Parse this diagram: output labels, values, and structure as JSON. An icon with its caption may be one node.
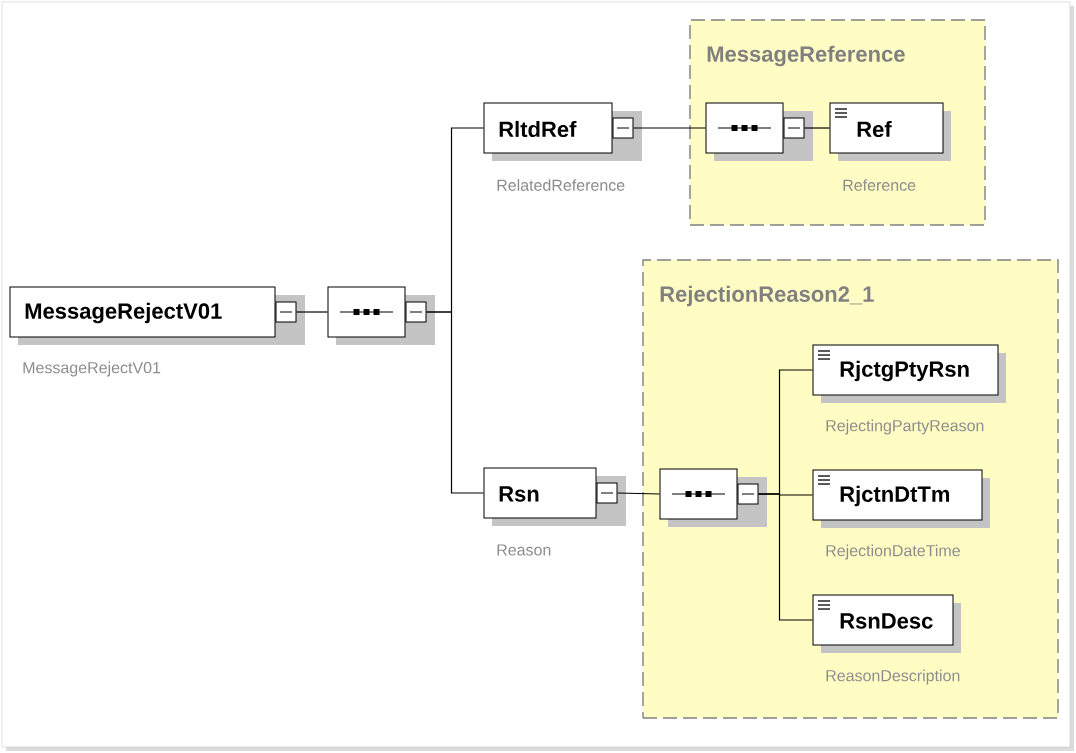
{
  "diagram": {
    "nodes": [
      {
        "text": [
          "MessageRejectV01"
        ],
        "beside": [
          "MessageRejectV01"
        ]
      },
      {
        "text": [],
        "shape": "octagon"
      },
      {
        "text": [
          "RltdRef"
        ],
        "beside": [
          "RelatedReference"
        ]
      },
      {
        "text": [
          "MessageReference"
        ]
      },
      {
        "text": [],
        "shape": "octagon",
        "in": 3
      },
      {
        "text": [
          "Ref"
        ],
        "beside": [
          "Reference"
        ],
        "in": 3
      },
      {
        "text": [
          "Rsn"
        ],
        "beside": [
          "Reason"
        ]
      },
      {
        "text": [
          "RejectionReason2_1"
        ]
      },
      {
        "text": [],
        "shape": "octagon",
        "in": 7
      },
      {
        "text": [
          "RjctgPtyRsn"
        ],
        "beside": [
          "RejectingPartyReason"
        ],
        "in": 7
      },
      {
        "text": [
          "RjctnDtTm"
        ],
        "beside": [
          "RejectionDateTime"
        ],
        "in": 7
      },
      {
        "text": [
          "RsnDesc"
        ],
        "beside": [
          "ReasonDescription"
        ],
        "in": 7
      }
    ],
    "edges": [
      {
        "from": 0,
        "to": 1,
        "arrow": "none"
      },
      {
        "from": 1,
        "to": 2,
        "arrow": "none"
      },
      {
        "from": 1,
        "to": 6,
        "arrow": "none"
      },
      {
        "from": 2,
        "to": 4,
        "arrow": "none"
      },
      {
        "from": 4,
        "to": 5,
        "arrow": "none"
      },
      {
        "from": 6,
        "to": 8,
        "arrow": "none"
      },
      {
        "from": 8,
        "to": 9,
        "arrow": "none"
      },
      {
        "from": 8,
        "to": 10,
        "arrow": "none"
      },
      {
        "from": 8,
        "to": 11,
        "arrow": "none"
      }
    ]
  }
}
